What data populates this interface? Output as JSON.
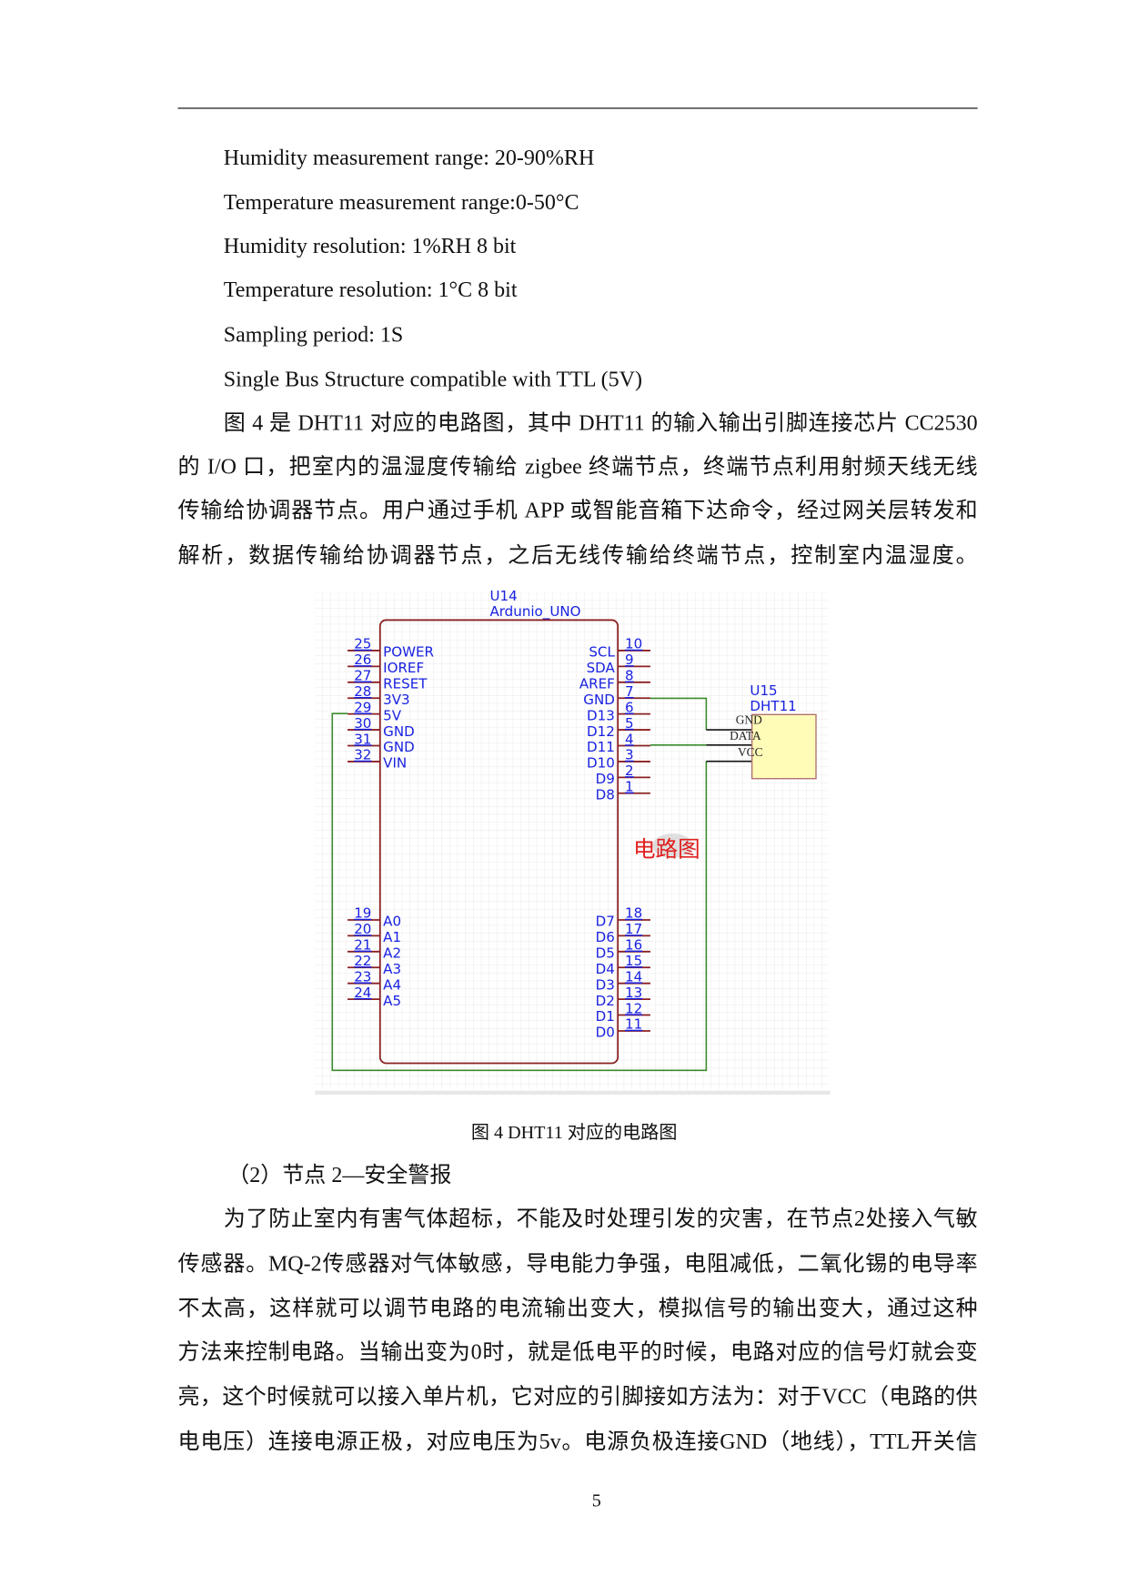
{
  "specs": [
    "Humidity measurement range: 20-90%RH",
    "Temperature measurement range:0-50°C",
    "Humidity resolution: 1%RH 8 bit",
    "Temperature resolution: 1°C 8 bit",
    "Sampling period: 1S",
    "Single Bus Structure compatible with TTL (5V)"
  ],
  "paragraph1": [
    "图 4 是 DHT11 对应的电路图，其中 DHT11 的输入输出引脚连接芯片 CC2530",
    "的 I/O 口，把室内的温湿度传输给 zigbee 终端节点，终端节点利用射频天线无线",
    "传输给协调器节点。用户通过手机 APP 或智能音箱下达命令，经过网关层转发和",
    "解析，数据传输给协调器节点，之后无线传输给终端节点，控制室内温湿度。"
  ],
  "figure": {
    "u14_ref": "U14",
    "u14_name": "Ardunio_UNO",
    "u15_ref": "U15",
    "u15_name": "DHT11",
    "dht_pins": [
      "GND",
      "DATA",
      "VCC"
    ],
    "watermark": "电路图",
    "left_top_pins": [
      {
        "num": "25",
        "label": "POWER"
      },
      {
        "num": "26",
        "label": "IOREF"
      },
      {
        "num": "27",
        "label": "RESET"
      },
      {
        "num": "28",
        "label": "3V3"
      },
      {
        "num": "29",
        "label": "5V"
      },
      {
        "num": "30",
        "label": "GND"
      },
      {
        "num": "31",
        "label": "GND"
      },
      {
        "num": "32",
        "label": "VIN"
      }
    ],
    "left_bottom_pins": [
      {
        "num": "19",
        "label": "A0"
      },
      {
        "num": "20",
        "label": "A1"
      },
      {
        "num": "21",
        "label": "A2"
      },
      {
        "num": "22",
        "label": "A3"
      },
      {
        "num": "23",
        "label": "A4"
      },
      {
        "num": "24",
        "label": "A5"
      }
    ],
    "right_top_pins": [
      {
        "num": "10",
        "label": "SCL"
      },
      {
        "num": "9",
        "label": "SDA"
      },
      {
        "num": "8",
        "label": "AREF"
      },
      {
        "num": "7",
        "label": "GND"
      },
      {
        "num": "6",
        "label": "D13"
      },
      {
        "num": "5",
        "label": "D12"
      },
      {
        "num": "4",
        "label": "D11"
      },
      {
        "num": "3",
        "label": "D10"
      },
      {
        "num": "2",
        "label": "D9"
      },
      {
        "num": "1",
        "label": "D8"
      }
    ],
    "right_bottom_pins": [
      {
        "num": "18",
        "label": "D7"
      },
      {
        "num": "17",
        "label": "D6"
      },
      {
        "num": "16",
        "label": "D5"
      },
      {
        "num": "15",
        "label": "D4"
      },
      {
        "num": "14",
        "label": "D3"
      },
      {
        "num": "13",
        "label": "D2"
      },
      {
        "num": "12",
        "label": "D1"
      },
      {
        "num": "11",
        "label": "D0"
      }
    ],
    "colors": {
      "body": "#8b2020",
      "pin_text": "#1a22e0",
      "wire": "#3a8a2a",
      "dht_fill": "#fffcb8",
      "watermark": "#e02020"
    },
    "caption": "图 4 DHT11 对应的电路图"
  },
  "section_heading": "（2）节点 2—安全警报",
  "paragraph2": [
    "为了防止室内有害气体超标，不能及时处理引发的灾害，在节点2处接入气敏",
    "传感器。MQ-2传感器对气体敏感，导电能力争强，电阻减低，二氧化锡的电导率",
    "不太高，这样就可以调节电路的电流输出变大，模拟信号的输出变大，通过这种",
    "方法来控制电路。当输出变为0时，就是低电平的时候，电路对应的信号灯就会变",
    "亮，这个时候就可以接入单片机，它对应的引脚接如方法为：对于VCC（电路的供",
    "电电压）连接电源正极，对应电压为5v。电源负极连接GND（地线），TTL开关信"
  ],
  "page_number": "5"
}
